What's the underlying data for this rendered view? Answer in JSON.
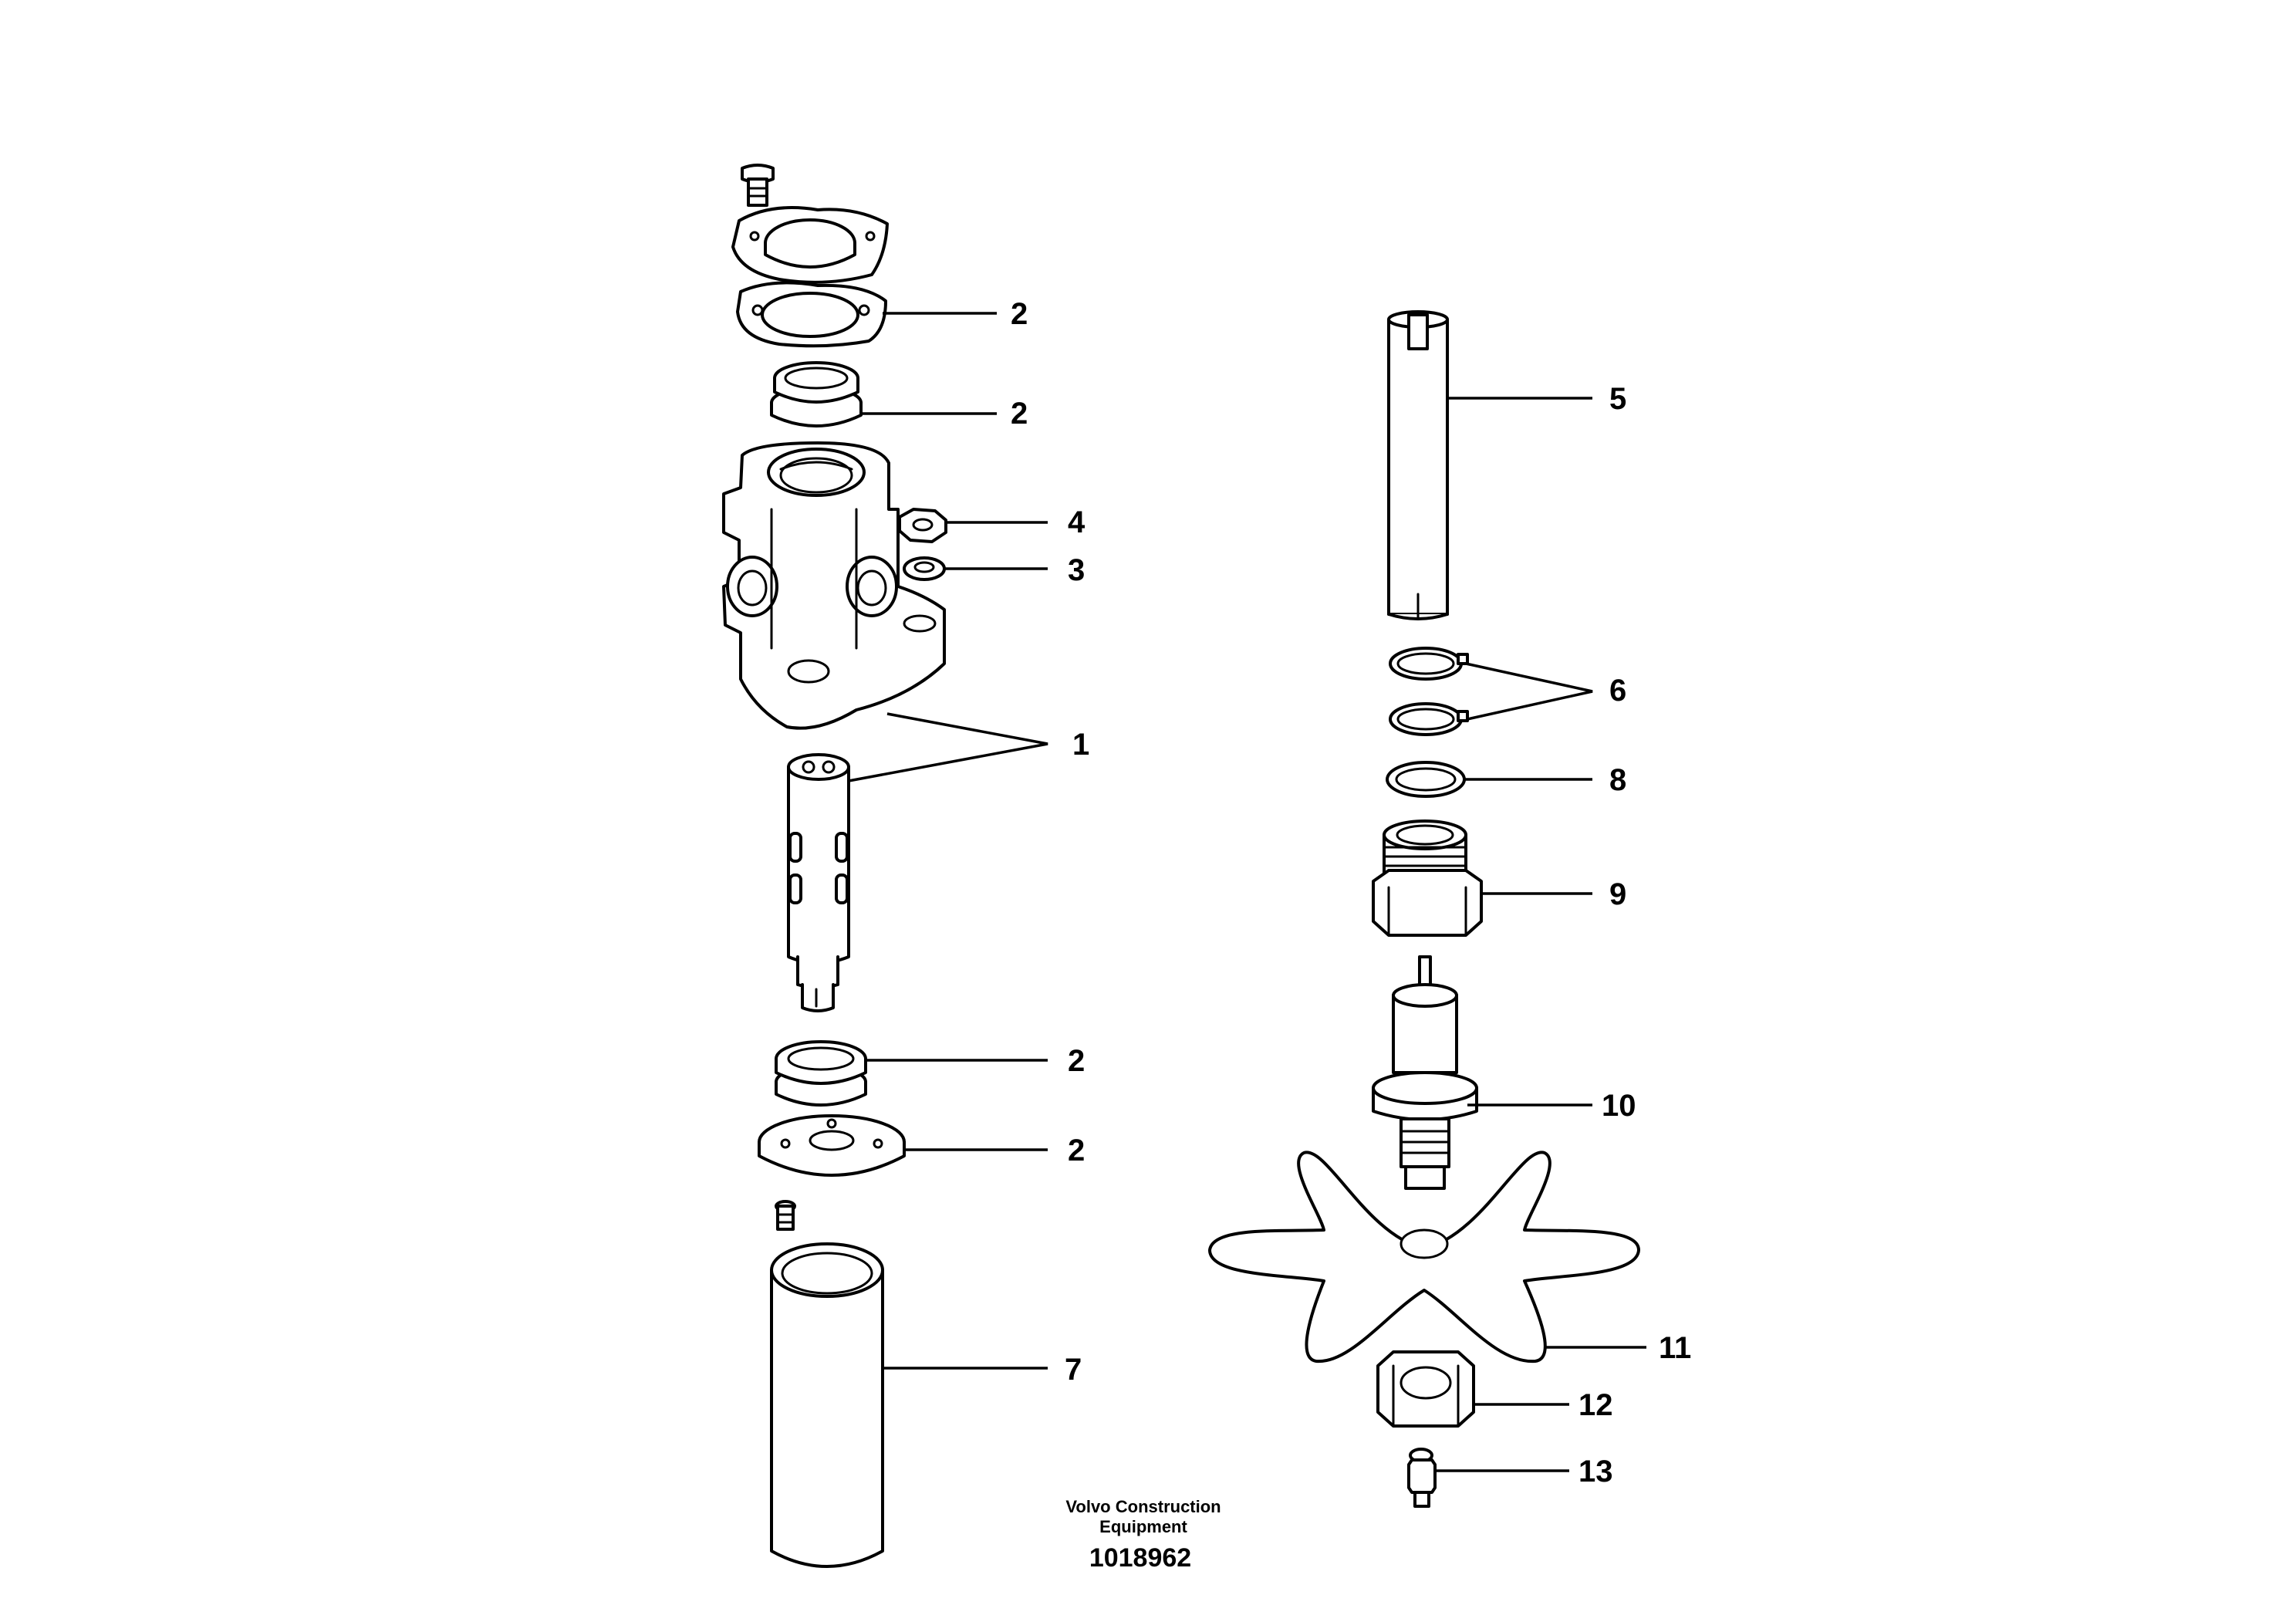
{
  "diagram": {
    "callouts": [
      "2",
      "2",
      "4",
      "3",
      "1",
      "2",
      "2",
      "7",
      "5",
      "6",
      "8",
      "9",
      "10",
      "11",
      "12",
      "13"
    ],
    "caption": {
      "line1": "Volvo Construction",
      "line2": "Equipment",
      "number": "1018962"
    }
  }
}
